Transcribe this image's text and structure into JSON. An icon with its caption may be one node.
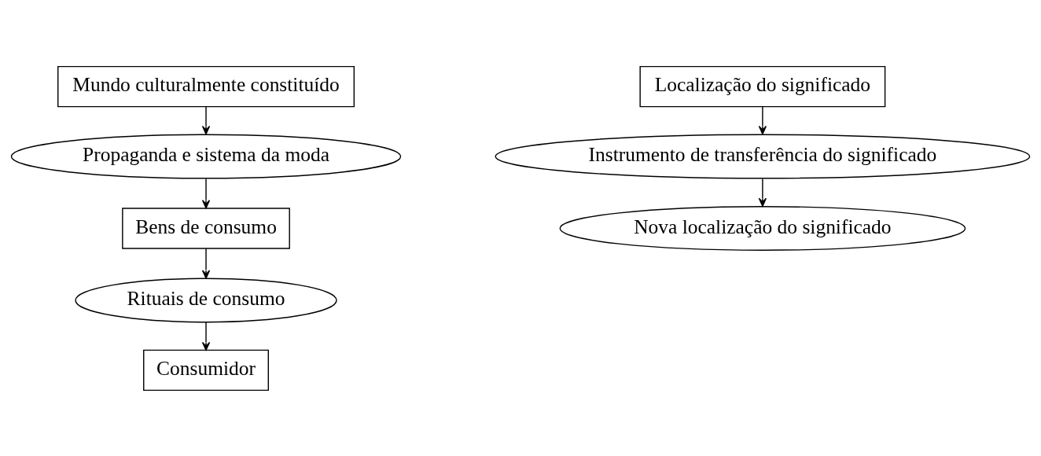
{
  "diagram": {
    "nodes": [
      {
        "text": [
          "Mundo culturalmente constituído"
        ]
      },
      {
        "text": [
          "Propaganda e sistema da moda"
        ]
      },
      {
        "text": [
          "Bens de consumo"
        ]
      },
      {
        "text": [
          "Rituais de consumo"
        ]
      },
      {
        "text": [
          "Consumidor"
        ]
      },
      {
        "text": [
          "Localização do significado"
        ]
      },
      {
        "text": [
          "Instrumento de transferência do significado"
        ]
      },
      {
        "text": [
          "Nova localização do significado"
        ]
      }
    ],
    "edges": [
      {
        "from": 0,
        "to": 1,
        "arrow": "to"
      },
      {
        "from": 1,
        "to": 2,
        "arrow": "to"
      },
      {
        "from": 2,
        "to": 3,
        "arrow": "to"
      },
      {
        "from": 3,
        "to": 4,
        "arrow": "to"
      },
      {
        "from": 5,
        "to": 6,
        "arrow": "to"
      },
      {
        "from": 6,
        "to": 7,
        "arrow": "to"
      }
    ]
  }
}
